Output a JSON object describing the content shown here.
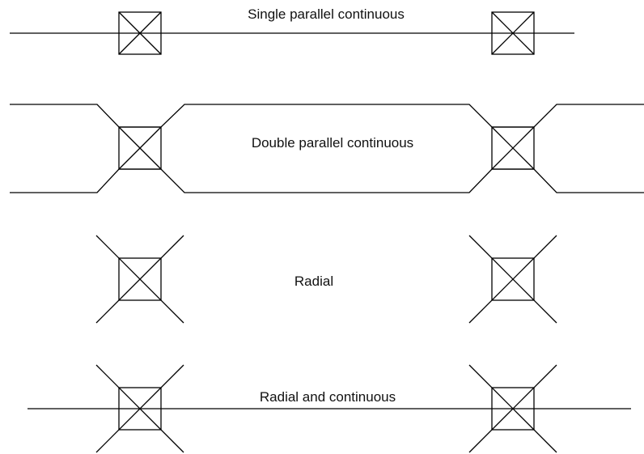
{
  "diagram": {
    "labels": {
      "single_parallel_continuous": "Single parallel continuous",
      "double_parallel_continuous": "Double parallel continuous",
      "radial": "Radial",
      "radial_and_continuous": "Radial and continuous"
    },
    "colors": {
      "line": "#000000",
      "background": "#ffffff"
    }
  }
}
